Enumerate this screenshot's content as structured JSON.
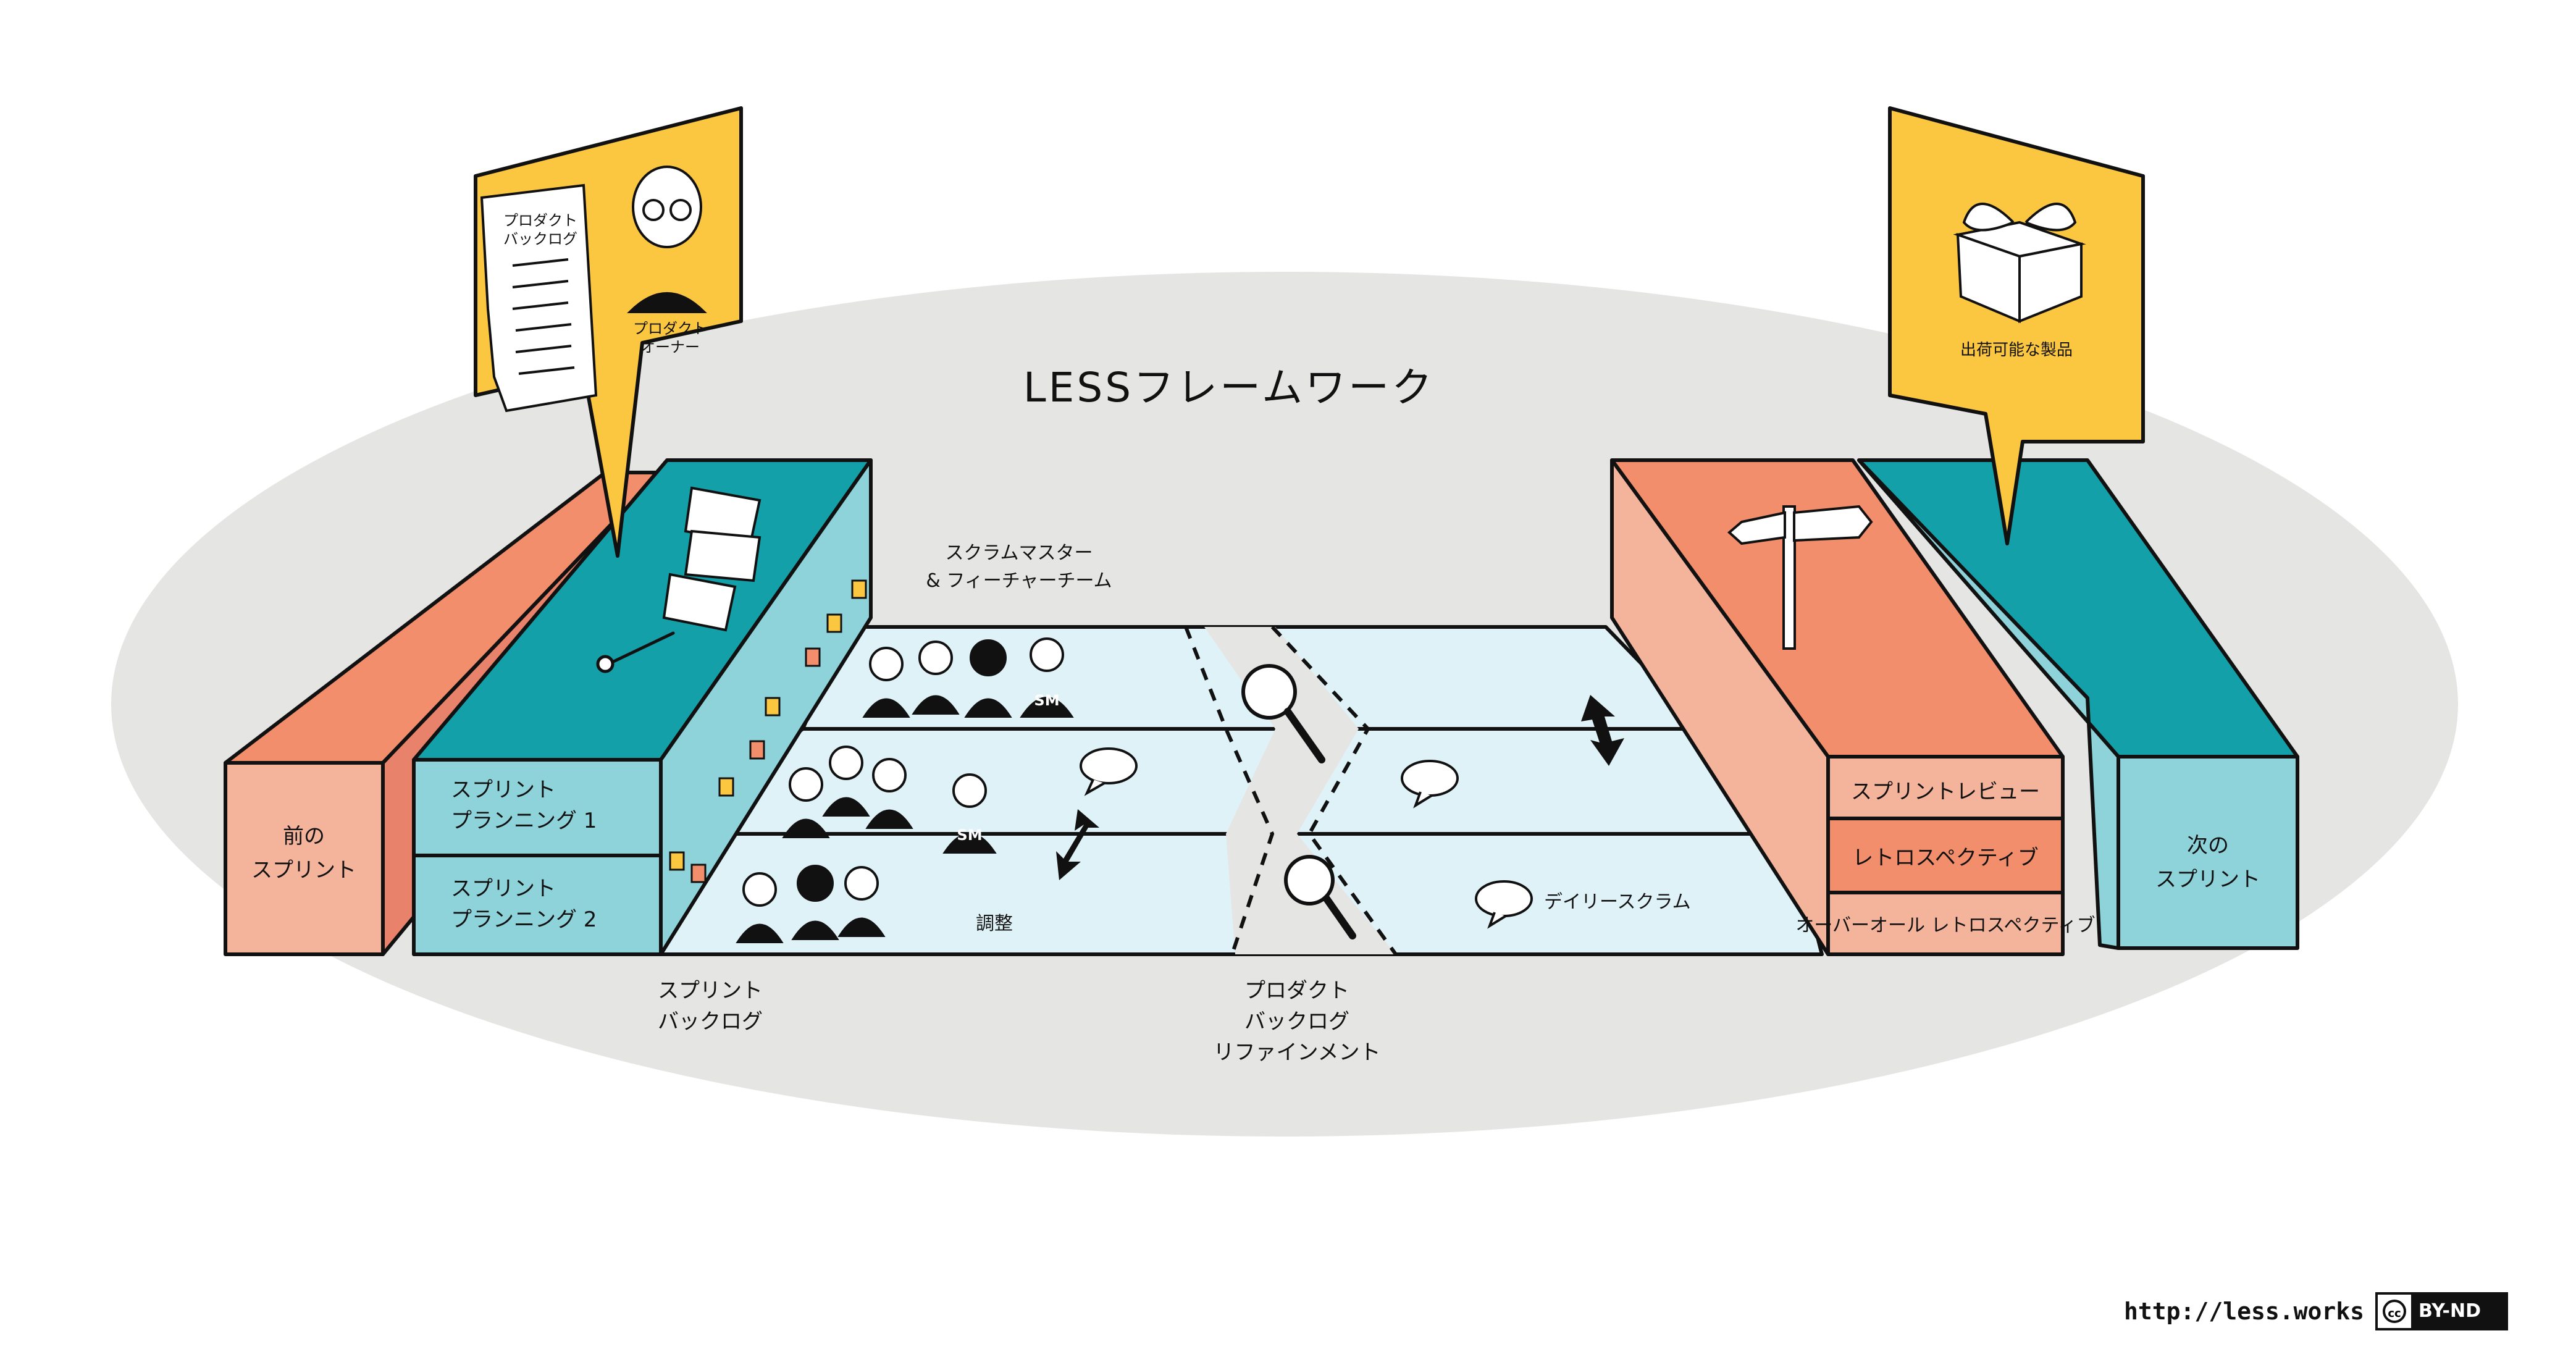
{
  "title": "LESSフレームワーク",
  "product_owner": {
    "backlog_label_1": "プロダクト",
    "backlog_label_2": "バックログ",
    "owner_label_1": "プロダクト",
    "owner_label_2": "オーナー"
  },
  "shippable": {
    "label": "出荷可能な製品"
  },
  "previous_sprint": {
    "line1": "前の",
    "line2": "スプリント"
  },
  "next_sprint": {
    "line1": "次の",
    "line2": "スプリント"
  },
  "planning1": {
    "line1": "スプリント",
    "line2": "プランニング 1"
  },
  "planning2": {
    "line1": "スプリント",
    "line2": "プランニング 2"
  },
  "team_label": {
    "line1": "スクラムマスター",
    "line2": "& フィーチャーチーム"
  },
  "sm_badge": "SM",
  "coordination": "調整",
  "daily_scrum": "デイリースクラム",
  "review": "スプリントレビュー",
  "retrospective": "レトロスペクティブ",
  "overall_retrospective": "オーバーオール レトロスペクティブ",
  "sprint_backlog": {
    "line1": "スプリント",
    "line2": "バックログ"
  },
  "refinement": {
    "line1": "プロダクト",
    "line2": "バックログ",
    "line3": "リファインメント"
  },
  "footer": {
    "url": "http://less.works",
    "license": "BY-ND",
    "cc": "cc"
  },
  "colors": {
    "salmon": "#F28E6B",
    "salmon_light": "#F4B49C",
    "teal_dark": "#14A0A8",
    "teal_light": "#8FD3DA",
    "track": "#DFF2F8",
    "yellow": "#FBC640",
    "grey": "#E5E5E4",
    "ink": "#111111"
  }
}
